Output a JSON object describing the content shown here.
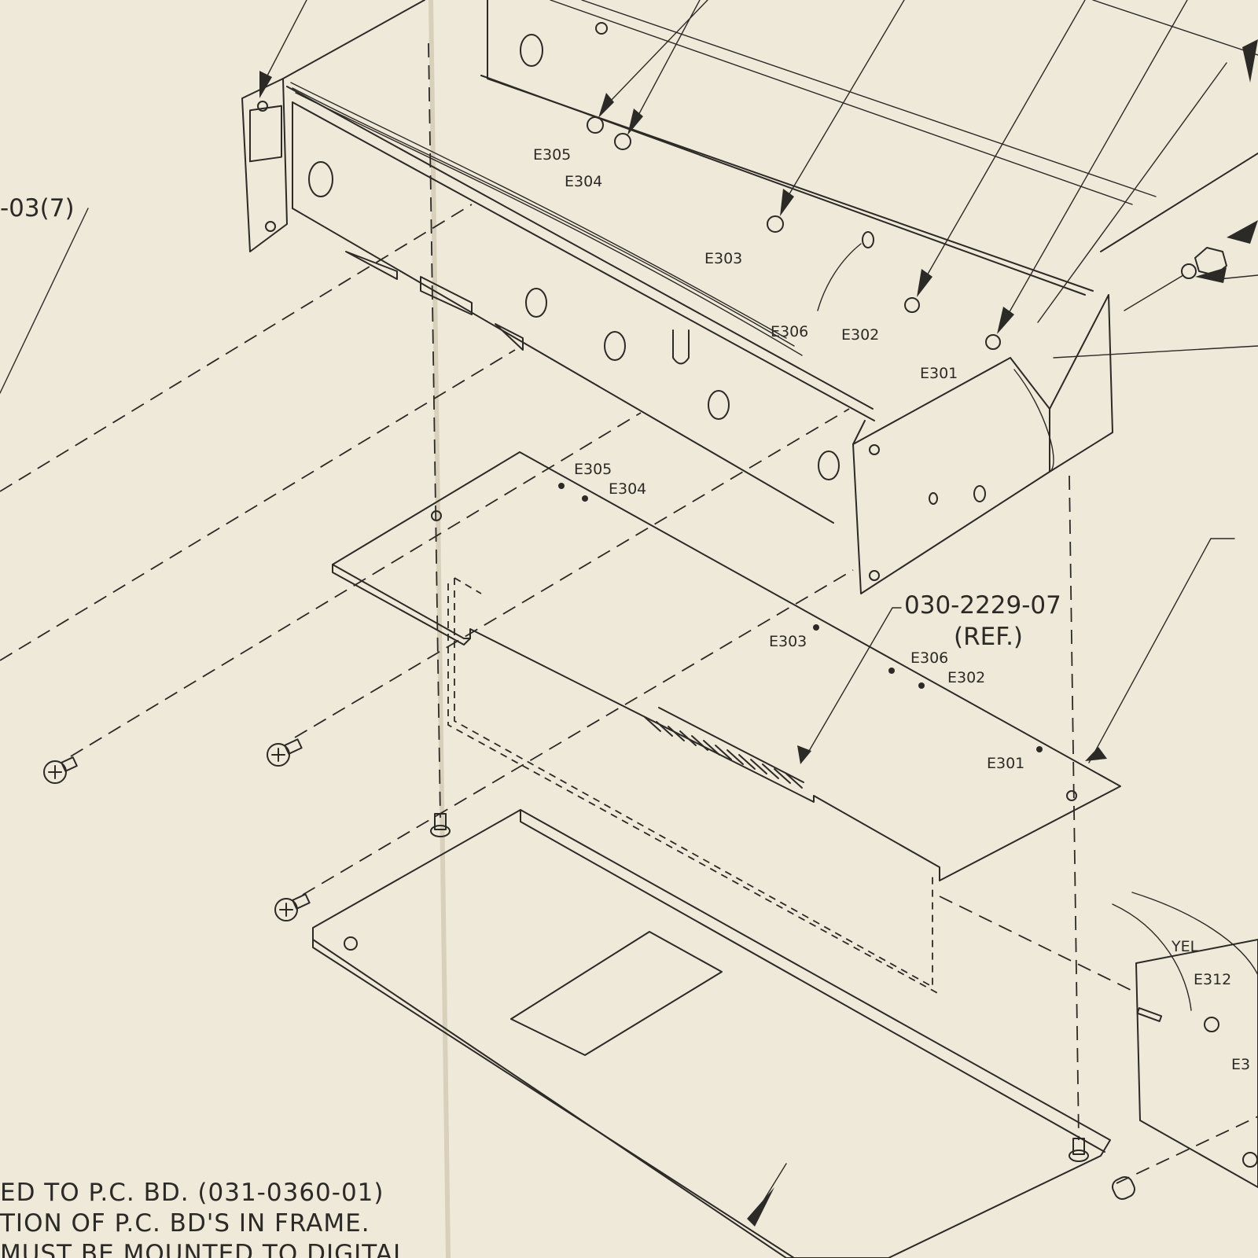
{
  "drawing": {
    "callouts": {
      "part_ref_left": "-03(7)",
      "part_ref_board": "030-2229-07",
      "ref_marker": "(REF.)",
      "wire_color": "YEL"
    },
    "chassis_labels": {
      "e305": "E305",
      "e304": "E304",
      "e303": "E303",
      "e306": "E306",
      "e302": "E302",
      "e301": "E301"
    },
    "board_labels": {
      "e305": "E305",
      "e304": "E304",
      "e303": "E303",
      "e306": "E306",
      "e302": "E302",
      "e301": "E301",
      "e312": "E312",
      "e3_partial": "E3"
    },
    "notes": {
      "line1": "ED TO P.C. BD. (031-0360-01)",
      "line2": "TION OF P.C. BD'S IN FRAME.",
      "line3": "MUST BE MOUNTED TO DIGITAL"
    }
  }
}
